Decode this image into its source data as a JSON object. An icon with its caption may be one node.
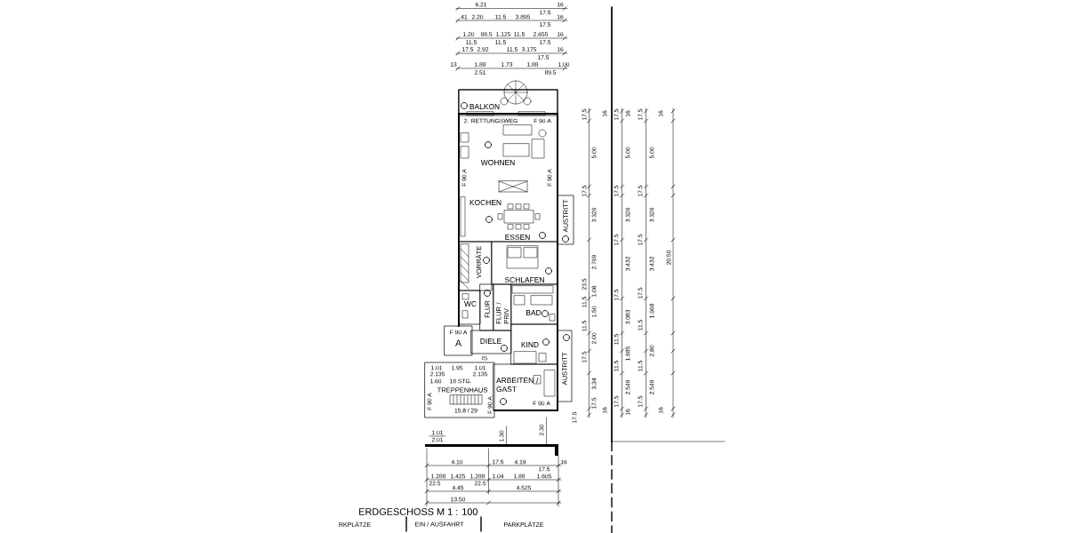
{
  "diagram": {
    "caption": "ERDGESCHOSS M 1 : 100",
    "nodes": [
      {
        "text": [
          "BALKON"
        ]
      },
      {
        "text": [
          "WOHNEN",
          "KOCHEN",
          "ESSEN"
        ]
      },
      {
        "text": [
          "VORRÄTE"
        ]
      },
      {
        "text": [
          "SCHLAFEN"
        ]
      },
      {
        "text": [
          "WC"
        ]
      },
      {
        "text": [
          "FLUR"
        ]
      },
      {
        "text": [
          "FLUR / PRIV"
        ]
      },
      {
        "text": [
          "BAD"
        ]
      },
      {
        "text": [
          "DIELE"
        ]
      },
      {
        "text": [
          "KIND"
        ]
      },
      {
        "text": [
          "ARBEITEN / GAST"
        ]
      },
      {
        "text": [
          "F 90 A",
          "A"
        ]
      },
      {
        "text": [
          "TREPPENHAUS"
        ]
      },
      {
        "text": [
          "AUSTRITT"
        ]
      },
      {
        "text": [
          "AUSTRITT"
        ]
      }
    ],
    "labels": [
      "6.21",
      "17.5",
      "16",
      "41",
      "2.20",
      "11.5",
      "3.895",
      "16",
      "17.5",
      "1.20",
      "88.5",
      "1.125",
      "11.5",
      "2.655",
      "16",
      "11.5",
      "11.5",
      "17.5",
      "17.5",
      "2.92",
      "11.5",
      "3.175",
      "16",
      "17.5",
      "13",
      "1.88",
      "1.73",
      "1.88",
      "1.00",
      "2.51",
      "89.5",
      "2. RETTUNGSWEG",
      "F 90 A",
      "F 90 A",
      "F 90 A",
      "F 90 A",
      "1.01",
      "1.95",
      "1.01",
      "2.135",
      "2.135",
      "1.60",
      "18 STG.",
      "F 90 A",
      "F 90 A",
      "15.8 / 29",
      "1.01",
      "2.01",
      "1.30",
      "2.30",
      "4.10",
      "17.5",
      "4.19",
      "16",
      "17.5",
      "1.288",
      "1.425",
      "1.288",
      "1.04",
      "1.88",
      "1.605",
      "22.5",
      "22.5",
      "4.45",
      "4.525",
      "13.50",
      "RKPLÄTZE",
      "EIN / AUSFAHRT",
      "PARKPLÄTZE",
      "17.5",
      "16",
      "5.00",
      "17.5",
      "3.326",
      "2.769",
      "23.5",
      "1.08",
      "11.5",
      "1.50",
      "11.5",
      "2.00",
      "17.5",
      "3.34",
      "17.5",
      "16",
      "17.5",
      "17.5",
      "16",
      "5.00",
      "17.5",
      "3.326",
      "17.5",
      "3.432",
      "17.5",
      "3.083",
      "11.5",
      "1.685",
      "11.5",
      "2.549",
      "17.5",
      "16",
      "17.5",
      "16",
      "5.00",
      "17.5",
      "3.326",
      "17.5",
      "3.432",
      "17.5",
      "1.968",
      "11.5",
      "2.80",
      "11.5",
      "2.549",
      "17.5",
      "16",
      "20.50",
      "IS"
    ]
  }
}
